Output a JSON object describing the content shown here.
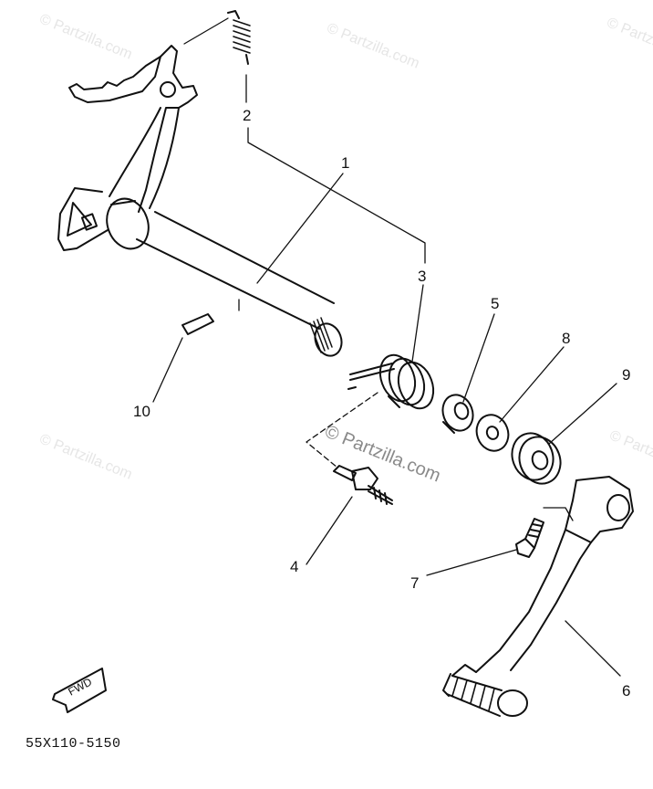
{
  "watermark": {
    "small": "© Partzilla.com",
    "large": "© Partzilla.com"
  },
  "callouts": [
    {
      "id": "1",
      "text": "1"
    },
    {
      "id": "2",
      "text": "2"
    },
    {
      "id": "3",
      "text": "3"
    },
    {
      "id": "4",
      "text": "4"
    },
    {
      "id": "5",
      "text": "5"
    },
    {
      "id": "6",
      "text": "6"
    },
    {
      "id": "7",
      "text": "7"
    },
    {
      "id": "8",
      "text": "8"
    },
    {
      "id": "9",
      "text": "9"
    },
    {
      "id": "10",
      "text": "10"
    }
  ],
  "fwd_label": "FWD",
  "diagram_code": "55X110-5150"
}
